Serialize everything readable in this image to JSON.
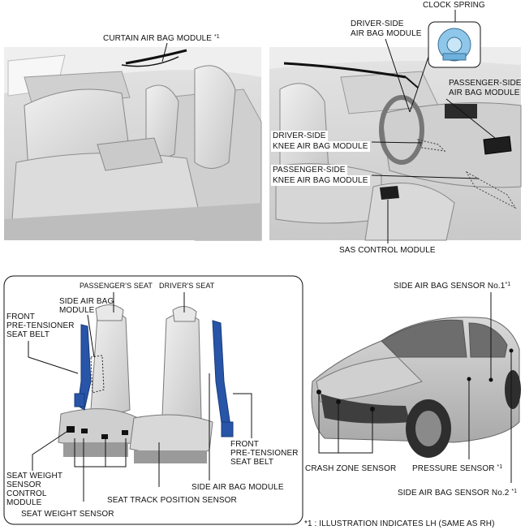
{
  "labels": {
    "clock_spring": "CLOCK SPRING",
    "driver_airbag_1": "DRIVER-SIDE",
    "driver_airbag_2": "AIR BAG MODULE",
    "curtain_airbag": "CURTAIN AIR BAG MODULE",
    "curtain_note": "*1",
    "passenger_airbag_1": "PASSENGER-SIDE",
    "passenger_airbag_2": "AIR BAG MODULE",
    "driver_knee_1": "DRIVER-SIDE",
    "driver_knee_2": "KNEE AIR BAG MODULE",
    "passenger_knee_1": "PASSENGER-SIDE",
    "passenger_knee_2": "KNEE AIR BAG MODULE",
    "sas_module": "SAS CONTROL MODULE",
    "passengers_seat": "PASSENGER'S SEAT",
    "drivers_seat": "DRIVER'S SEAT",
    "side_airbag_left_1": "SIDE AIR BAG",
    "side_airbag_left_2": "MODULE",
    "front_pt_left_1": "FRONT",
    "front_pt_left_2": "PRE-TENSIONER",
    "front_pt_left_3": "SEAT BELT",
    "front_pt_right_1": "FRONT",
    "front_pt_right_2": "PRE-TENSIONER",
    "front_pt_right_3": "SEAT BELT",
    "swscm_1": "SEAT WEIGHT",
    "swscm_2": "SENSOR",
    "swscm_3": "CONTROL",
    "swscm_4": "MODULE",
    "seat_weight_sensor": "SEAT WEIGHT SENSOR",
    "seat_track_sensor": "SEAT TRACK POSITION SENSOR",
    "side_airbag_module": "SIDE AIR BAG MODULE",
    "side_sensor_1": "SIDE AIR BAG SENSOR No.1",
    "side_sensor_1_note": "*1",
    "crash_zone": "CRASH ZONE SENSOR",
    "pressure_sensor": "PRESSURE SENSOR",
    "pressure_note": "*1",
    "side_sensor_2": "SIDE AIR BAG SENSOR No.2",
    "side_sensor_2_note": "*1",
    "footnote": "*1 : ILLUSTRATION INDICATES LH (SAME AS RH)"
  },
  "colors": {
    "panel_bg": "#d8d8d8",
    "seat": "#e2e2e2",
    "belt": "#2855a8",
    "clock_spring": "#8ec7ea"
  }
}
